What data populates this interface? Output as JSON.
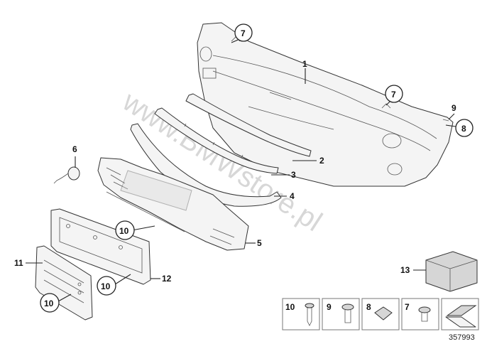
{
  "watermark": "www.BMWstore.pl",
  "reference_number": "357993",
  "callouts": {
    "c1": "1",
    "c2": "2",
    "c3": "3",
    "c4": "4",
    "c5": "5",
    "c6": "6",
    "c7a": "7",
    "c7b": "7",
    "c8": "8",
    "c9": "9",
    "c10a": "10",
    "c10b": "10",
    "c10c": "10",
    "c11": "11",
    "c12": "12",
    "c13": "13"
  },
  "fastener_legend": {
    "f10": "10",
    "f9": "9",
    "f8": "8",
    "f7": "7"
  }
}
